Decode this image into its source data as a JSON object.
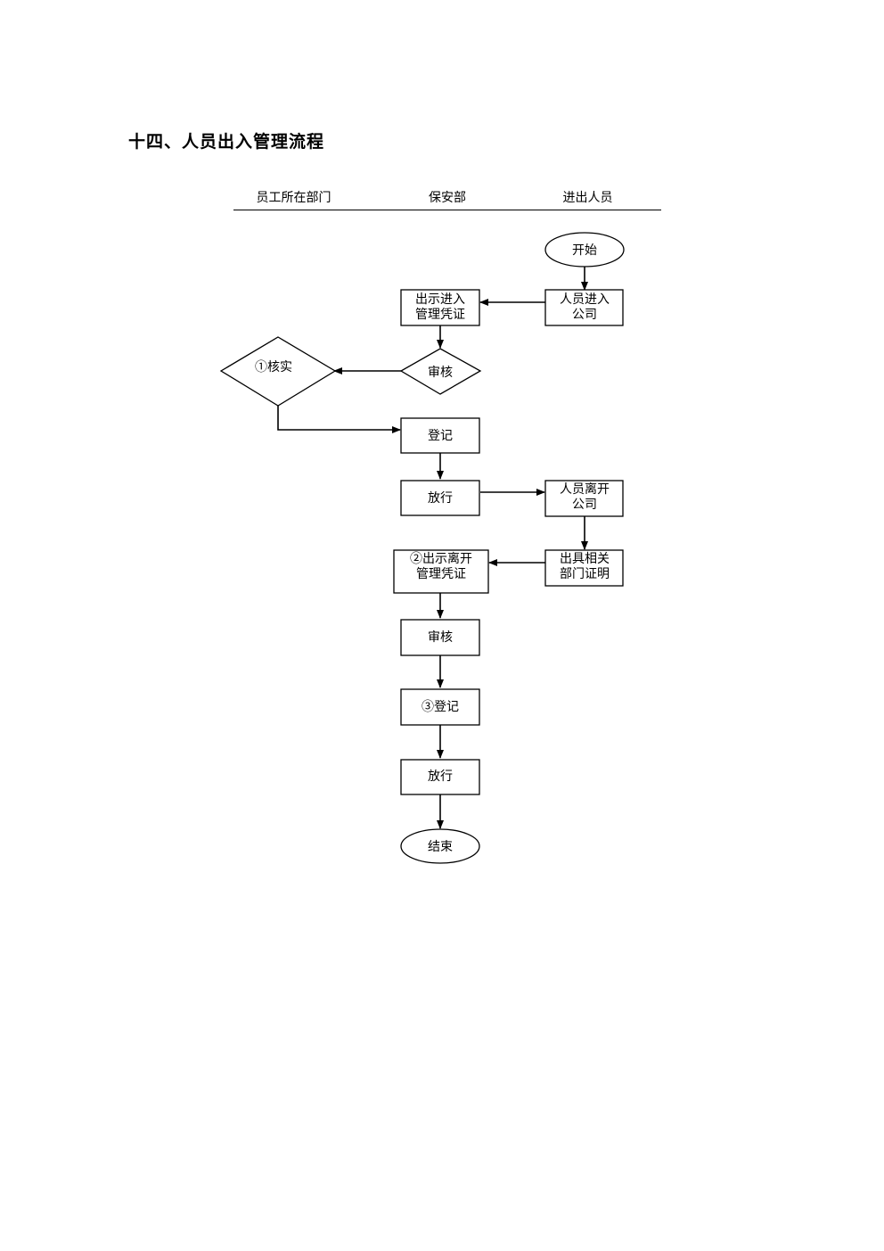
{
  "title": "十四、人员出入管理流程",
  "lanes": [
    "员工所在部门",
    "保安部",
    "进出人员"
  ],
  "nodes": {
    "start": [
      "开始"
    ],
    "enter": [
      "人员进入",
      "公司"
    ],
    "show_entry": [
      "出示进入",
      "管理凭证"
    ],
    "review1": [
      "审核"
    ],
    "verify": [
      "①核实"
    ],
    "register1": [
      "登记"
    ],
    "release1": [
      "放行"
    ],
    "leave": [
      "人员离开",
      "公司"
    ],
    "dept_cert": [
      "出具相关",
      "部门证明"
    ],
    "show_exit": [
      "②出示离开",
      "管理凭证"
    ],
    "review2": [
      "审核"
    ],
    "register2": [
      "③登记"
    ],
    "release2": [
      "放行"
    ],
    "end": [
      "结束"
    ]
  }
}
